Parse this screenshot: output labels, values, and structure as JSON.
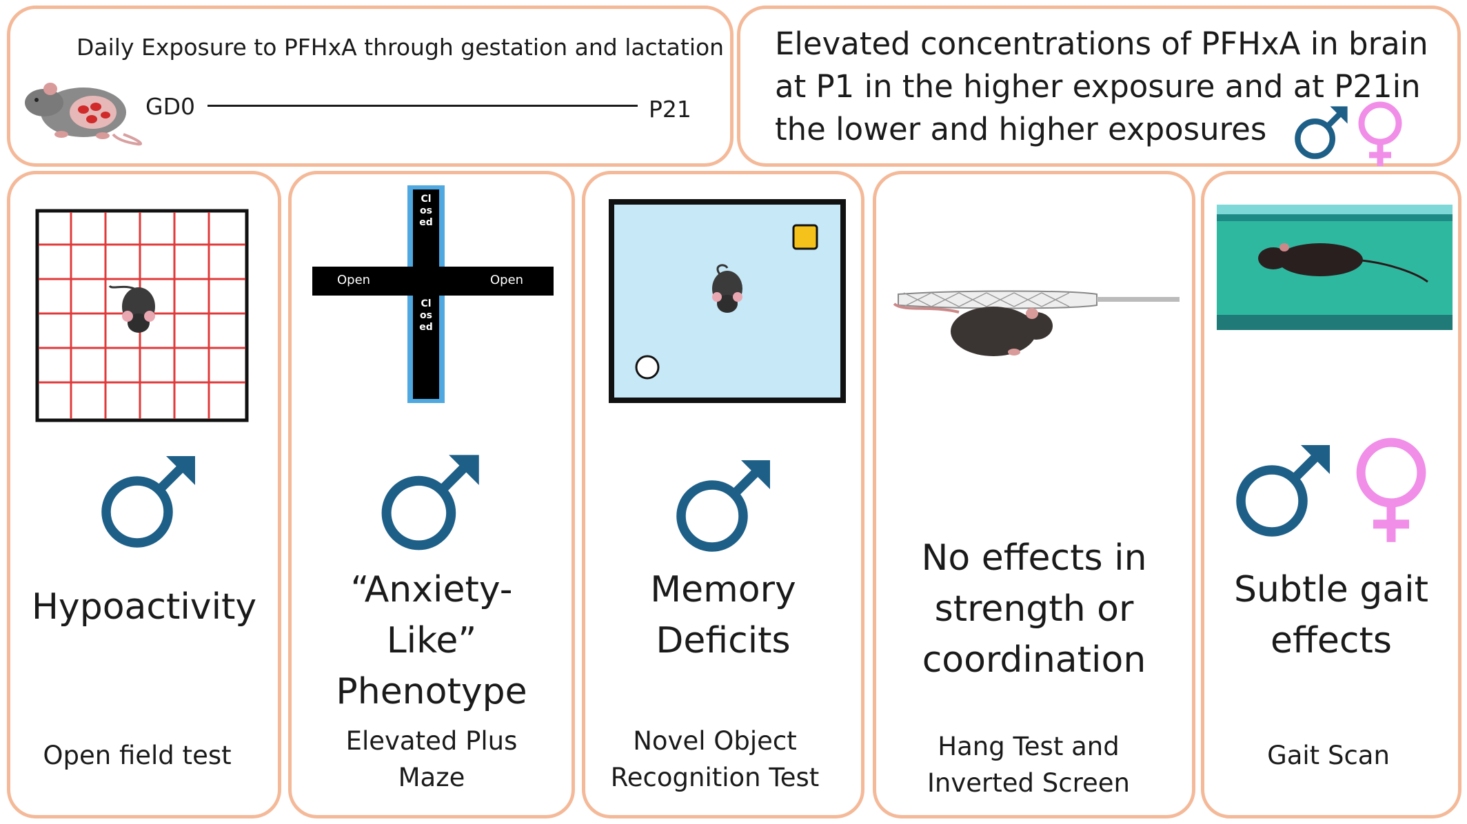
{
  "exposure": {
    "title": "Daily Exposure to PFHxA through gestation and lactation",
    "start": "GD0",
    "end": "P21"
  },
  "brain": {
    "text": "Elevated concentrations of PFHxA in brain at P1 in the higher exposure and at P21in the lower and higher exposures",
    "line1": "Elevated concentrations of PFHxA in brain",
    "line2": "at P1 in the higher exposure and at P21in",
    "line3": "the lower and higher exposures",
    "sexes": [
      "male",
      "female"
    ]
  },
  "panels": [
    {
      "result_lines": [
        "Hypoactivity"
      ],
      "test_lines": [
        "Open field test"
      ],
      "sexes": [
        "male"
      ]
    },
    {
      "result_lines": [
        "“Anxiety-",
        "Like”",
        "Phenotype"
      ],
      "test_lines": [
        "Elevated Plus",
        "Maze"
      ],
      "sexes": [
        "male"
      ],
      "maze": {
        "open_left": "Open",
        "open_right": "Open",
        "closed_top": "Closed",
        "closed_bottom": "Closed"
      }
    },
    {
      "result_lines": [
        "Memory",
        "Deficits"
      ],
      "test_lines": [
        "Novel Object",
        "Recognition Test"
      ],
      "sexes": [
        "male"
      ]
    },
    {
      "result_lines": [
        "No effects in",
        "strength or",
        "coordination"
      ],
      "test_lines": [
        "Hang Test and",
        "Inverted Screen"
      ],
      "sexes": []
    },
    {
      "result_lines": [
        "Subtle gait",
        "effects"
      ],
      "test_lines": [
        "Gait Scan"
      ],
      "sexes": [
        "male",
        "female"
      ]
    }
  ],
  "colors": {
    "border": "#f4b999",
    "male": "#1e5f87",
    "female": "#f08ee8",
    "grid_line": "#e03a3a",
    "maze_closed": "#4fa8e0",
    "nor_arena": "#c7e8f7",
    "object_square": "#f5c21b",
    "gait_bg": "#2fb8a0"
  }
}
